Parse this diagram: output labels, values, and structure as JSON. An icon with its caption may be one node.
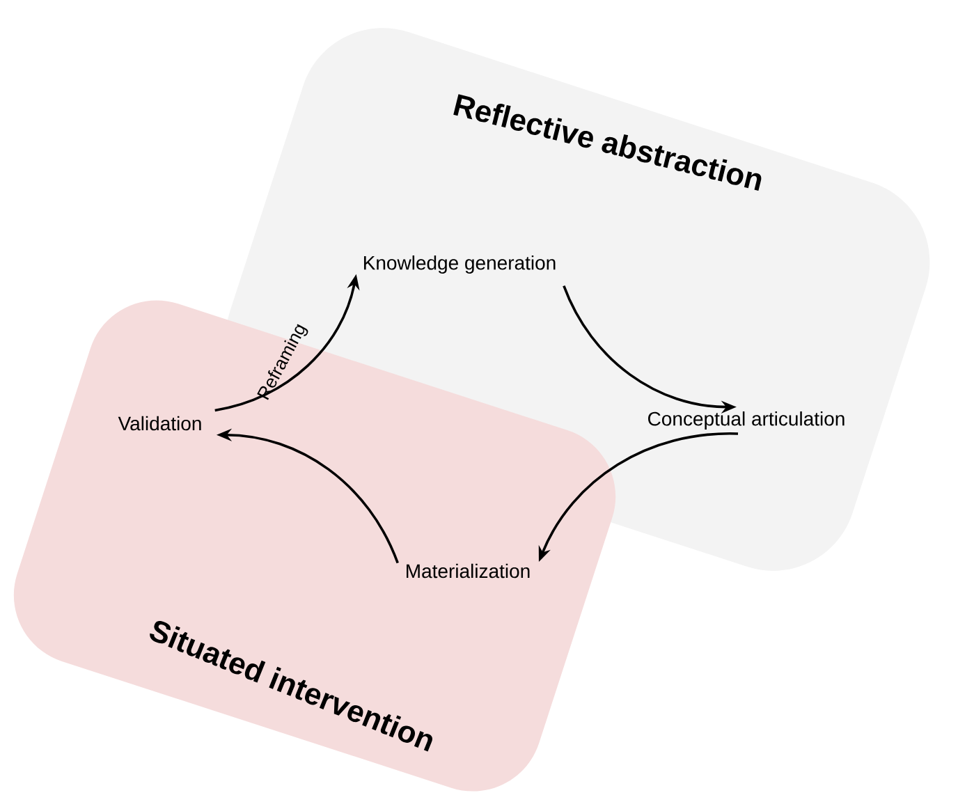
{
  "diagram": {
    "nodes": [
      {
        "text": [
          "Reflective abstraction"
        ]
      },
      {
        "text": [
          "Situated intervention"
        ]
      },
      {
        "text": [
          "Knowledge generation"
        ],
        "in": 0
      },
      {
        "text": [
          "Conceptual articulation"
        ],
        "in": 0
      },
      {
        "text": [
          "Materialization"
        ]
      },
      {
        "text": [
          "Validation"
        ],
        "in": 1
      }
    ],
    "edges": [
      {
        "from": 2,
        "to": 3,
        "arrow": "to"
      },
      {
        "from": 3,
        "to": 4,
        "arrow": "to"
      },
      {
        "from": 4,
        "to": 5,
        "arrow": "to"
      },
      {
        "from": 5,
        "to": 2,
        "arrow": "to",
        "label": "Reframing"
      }
    ]
  }
}
